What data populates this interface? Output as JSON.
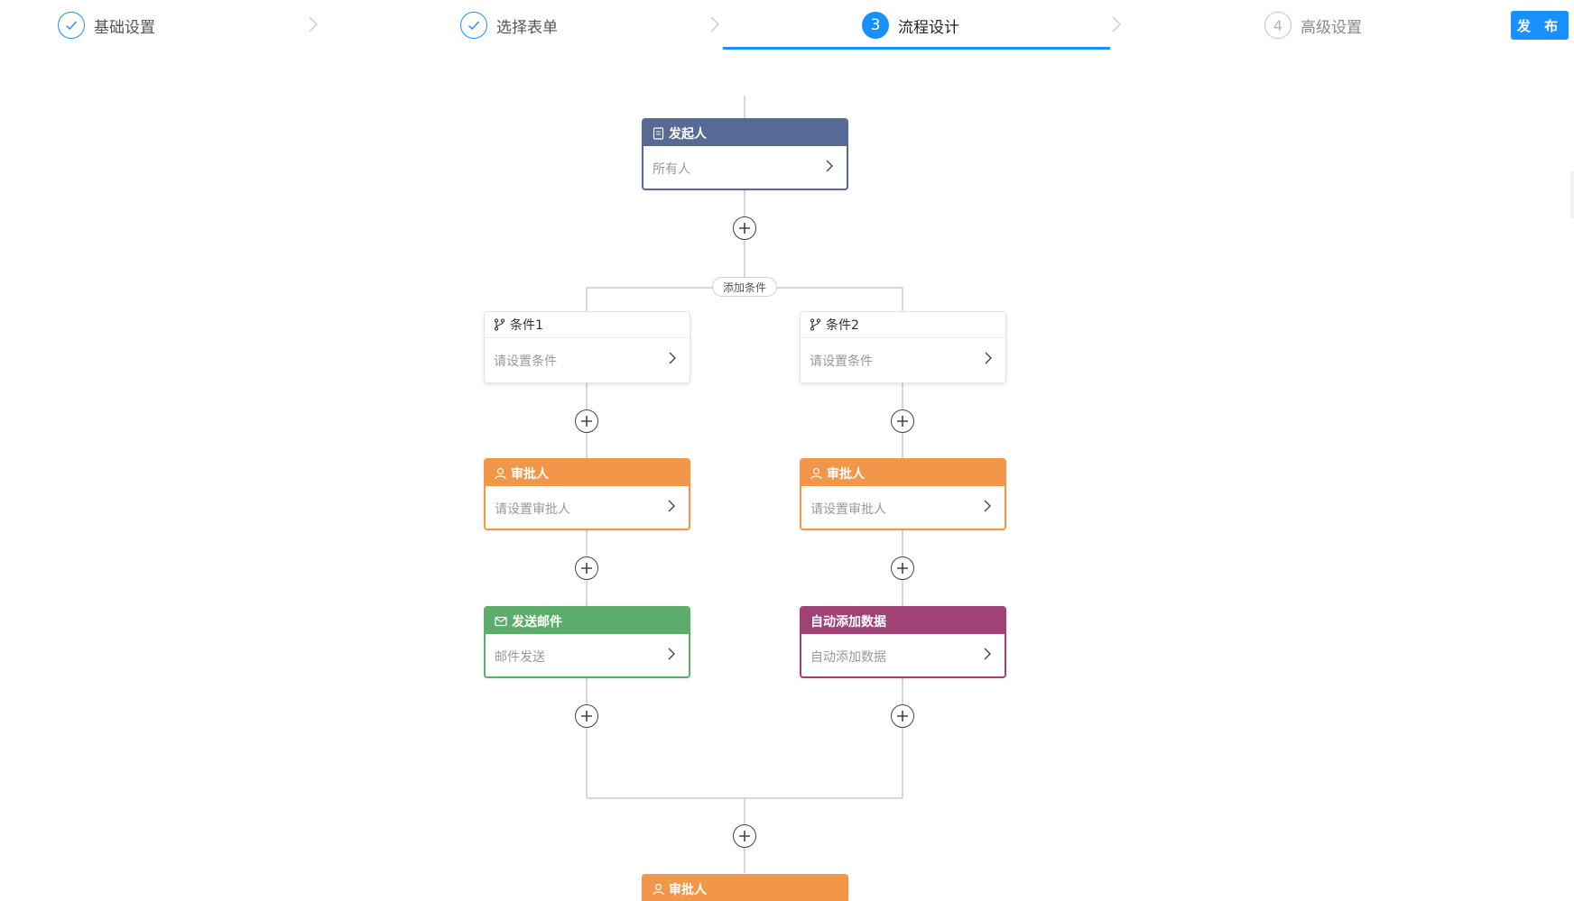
{
  "steps": [
    {
      "label": "基础设置",
      "state": "done"
    },
    {
      "label": "选择表单",
      "state": "done"
    },
    {
      "label": "流程设计",
      "state": "active",
      "number": "3"
    },
    {
      "label": "高级设置",
      "state": "wait",
      "number": "4"
    }
  ],
  "publish_label": "发 布",
  "flow": {
    "starter": {
      "title": "发起人",
      "content": "所有人"
    },
    "add_condition_label": "添加条件",
    "branches": [
      {
        "condition": {
          "title": "条件1",
          "content": "请设置条件"
        },
        "approver": {
          "title": "审批人",
          "content": "请设置审批人"
        },
        "third": {
          "title": "发送邮件",
          "content": "邮件发送"
        }
      },
      {
        "condition": {
          "title": "条件2",
          "content": "请设置条件"
        },
        "approver": {
          "title": "审批人",
          "content": "请设置审批人"
        },
        "third": {
          "title": "自动添加数据",
          "content": "自动添加数据"
        }
      }
    ],
    "final_approver": {
      "title": "审批人"
    }
  },
  "colors": {
    "primary": "#1890ff",
    "starter": "#576a95",
    "approver": "#f29649",
    "email": "#5cad6b",
    "auto_data": "#a04276"
  }
}
